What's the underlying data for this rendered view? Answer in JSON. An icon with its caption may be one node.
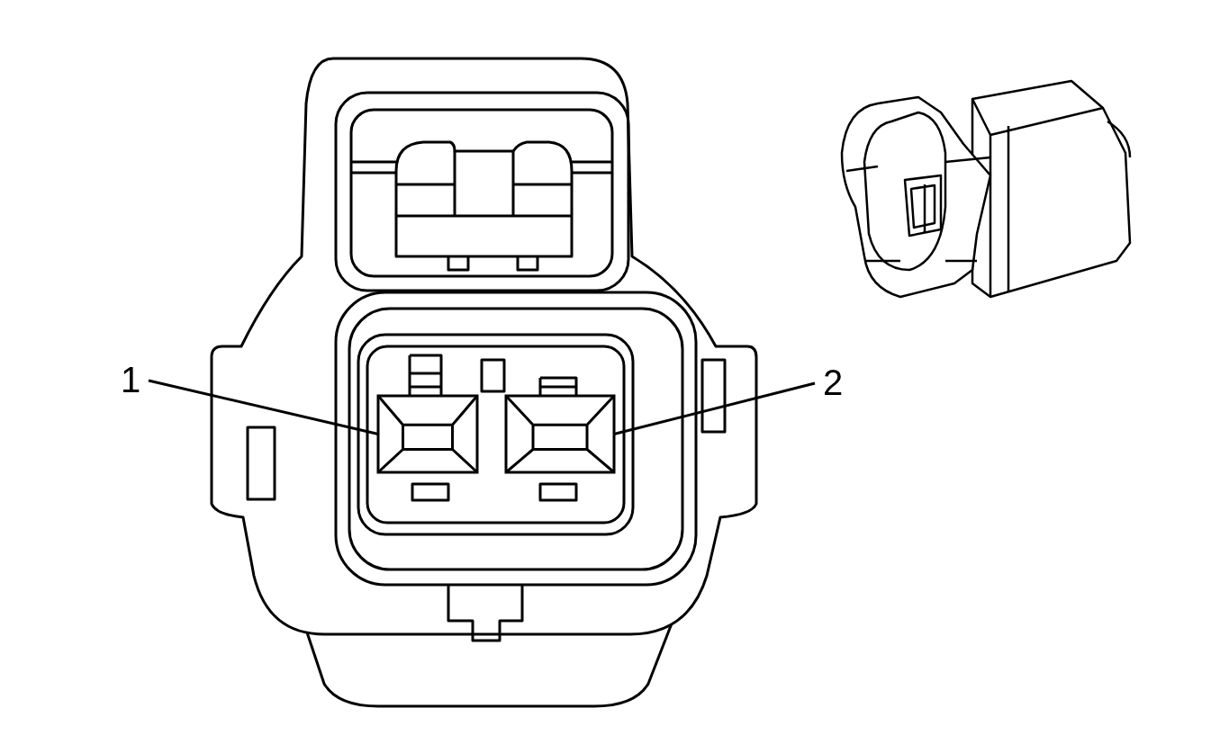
{
  "diagram": {
    "nodes": [
      {
        "text": [
          "1"
        ]
      },
      {
        "text": [
          "2"
        ]
      },
      {
        "text": [],
        "shape": "box"
      },
      {
        "text": [],
        "shape": "box"
      }
    ],
    "edges": [
      {
        "from": 0,
        "to": 2,
        "arrow": "none"
      },
      {
        "from": 1,
        "to": 3,
        "arrow": "none"
      }
    ]
  }
}
